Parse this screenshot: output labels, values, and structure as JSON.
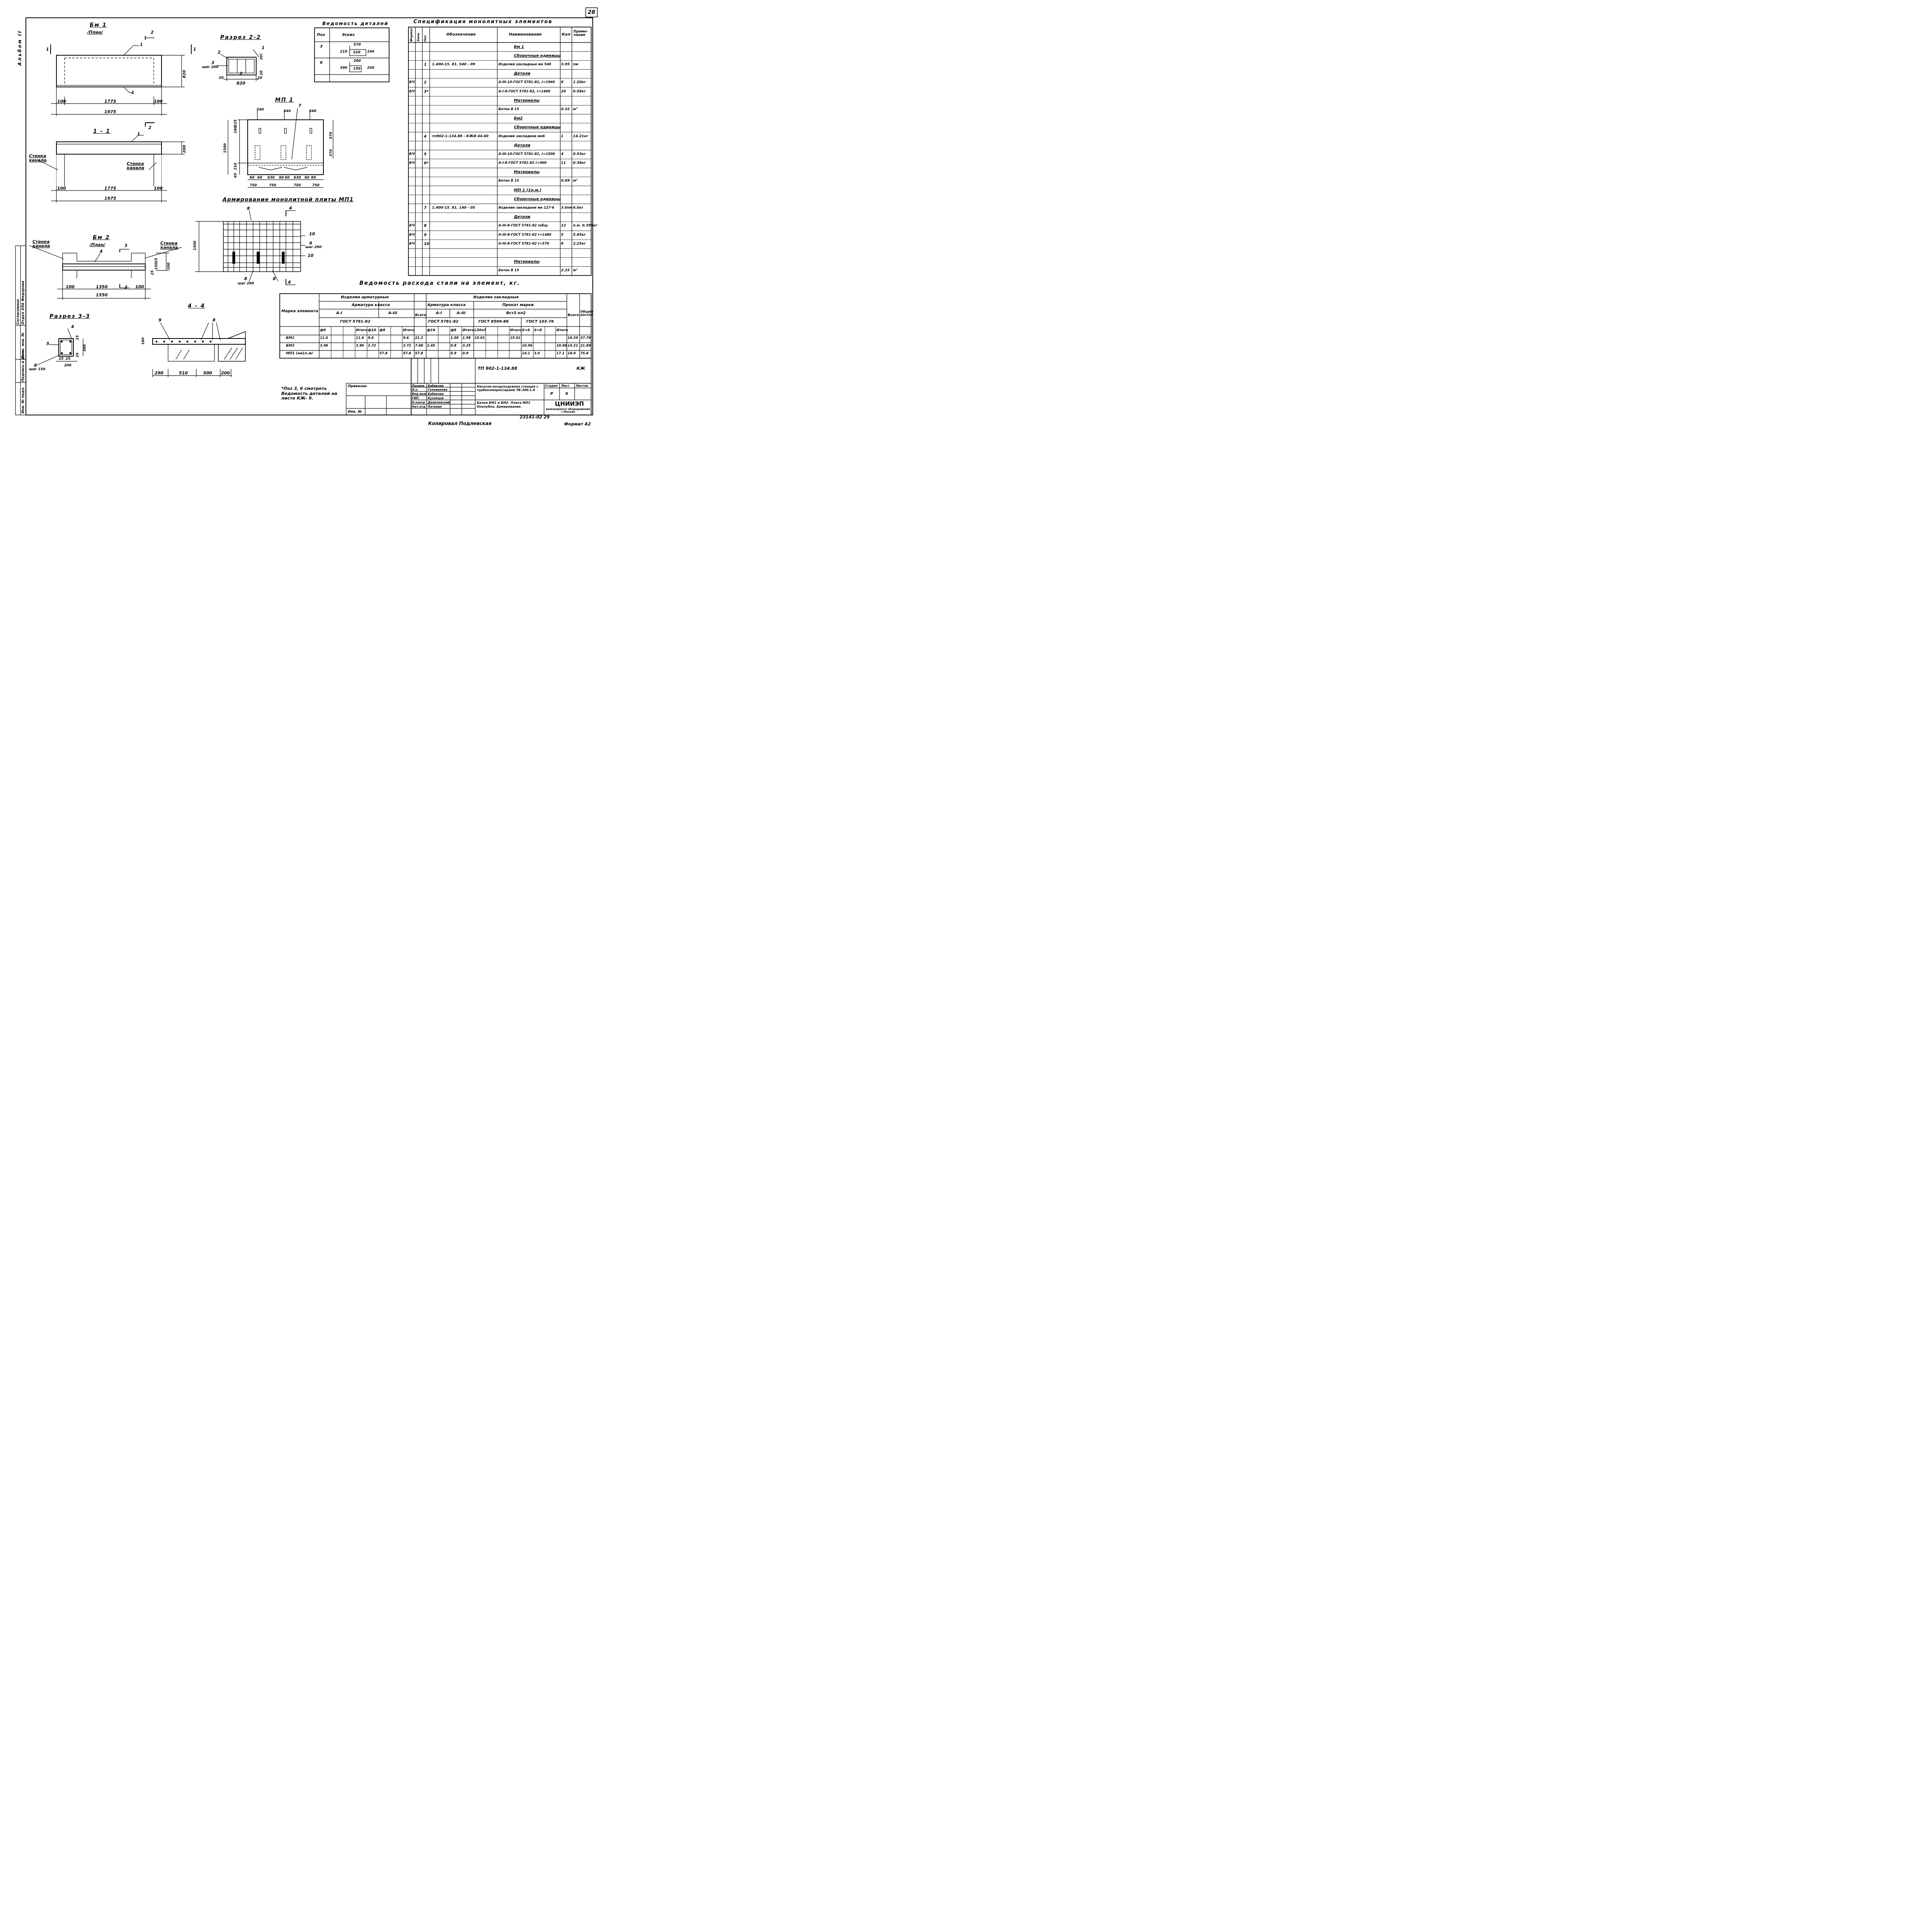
{
  "sheet": {
    "page_number": "28",
    "album": "Альбом II",
    "bottom_copied": "Копировал Подлевская",
    "bottom_format": "Формат А2",
    "bottom_code": "23141-02 29"
  },
  "bm1_plan": {
    "title": "Бм 1",
    "subtitle": "/План/",
    "dims": {
      "left": "100",
      "mid": "1775",
      "right": "100",
      "total": "1975",
      "height": "820"
    },
    "pos": "1",
    "cut1": "1",
    "cut2": "2"
  },
  "sec11": {
    "title": "1 - 1",
    "wall_label_left": "Стенка канала",
    "wall_label_right": "Стенка канала",
    "dims": {
      "left": "100",
      "mid": "1775",
      "right": "100",
      "total": "1975",
      "height": "200"
    },
    "pos": "1",
    "cut": "2"
  },
  "sec22": {
    "title": "Разрез 2-2",
    "pos2": "2",
    "pos3": "3",
    "step": "шаг 200",
    "width": "820",
    "d1": "20",
    "d2": "20",
    "d3": "20",
    "d4": "20"
  },
  "mp1": {
    "title": "МП 1",
    "pos7": "7",
    "top_dims": [
      "540",
      "540",
      "540"
    ],
    "side_dims": [
      "180",
      "225",
      "570",
      "370",
      "210",
      "65"
    ],
    "height": "1500",
    "bottom_dims": [
      "60",
      "60",
      "630",
      "60",
      "60",
      "630",
      "60",
      "60"
    ],
    "bottom2": [
      "750",
      "750",
      "750",
      "750"
    ]
  },
  "arm": {
    "title": "Армирование монолитной плиты МП1",
    "height": "1500",
    "pos8": "8",
    "pos9": "9",
    "pos10": "10",
    "step9": "шаг 200",
    "step8": "шаг 200",
    "cut4": "4"
  },
  "bm2_plan": {
    "title": "Бм 2",
    "subtitle": "/План/",
    "wall_left": "Стенка канала",
    "wall_right": "Стенка канала",
    "pos4": "4",
    "cut3": "3",
    "dims": {
      "left": "100",
      "mid": "1350",
      "right": "100",
      "total": "1550",
      "h1": "25",
      "h2": "150",
      "h3": "25",
      "h4": "200"
    }
  },
  "sec33": {
    "title": "Разрез 3-3",
    "pos4": "4",
    "pos5": "5",
    "pos6": "6",
    "step": "шаг 150",
    "dims": {
      "w": "200",
      "h": "300",
      "a": "25",
      "b": "25",
      "c": "25",
      "d": "25"
    }
  },
  "sec44": {
    "title": "4 - 4",
    "pos8": "8",
    "pos9": "9",
    "h": "180",
    "dims": [
      "290",
      "510",
      "500",
      "200"
    ]
  },
  "details": {
    "title": "Ведомость деталей",
    "headers": [
      "Поз",
      "Эскиз"
    ],
    "rows": [
      {
        "pos": "3",
        "a": "570",
        "b": "210",
        "c": "520",
        "d": "160"
      },
      {
        "pos": "6",
        "a": "200",
        "b": "300",
        "c": "150",
        "d": "250"
      }
    ]
  },
  "spec": {
    "title": "Спецификация монолитных элементов",
    "headers": [
      "Формат",
      "Зона",
      "Поз",
      "Обозначение",
      "Наименование",
      "Кол",
      "Приме-чание"
    ],
    "rows": [
      {
        "f": "",
        "pos": "",
        "code": "",
        "name": "Бм 1",
        "qty": "",
        "note": "",
        "u": true
      },
      {
        "f": "",
        "pos": "",
        "code": "",
        "name": "Сборочные единицы",
        "qty": "",
        "note": "",
        "u": true
      },
      {
        "f": "",
        "pos": "1",
        "code": "1.400-15. 81. 540 - 09",
        "name": "Изделия закладные мн 548",
        "qty": "3.95",
        "note": "пм",
        "u": false
      },
      {
        "f": "",
        "pos": "",
        "code": "",
        "name": "Детали",
        "qty": "",
        "note": "",
        "u": true
      },
      {
        "f": "БЧ",
        "pos": "2",
        "code": "",
        "name": "А-III-10-ГОСТ 5781-82, ℓ=1940",
        "qty": "8",
        "note": "1.20кг",
        "u": false
      },
      {
        "f": "БЧ",
        "pos": "3*",
        "code": "",
        "name": "А-I-8-ГОСТ 5781-82, ℓ=1460",
        "qty": "20",
        "note": "0.58кг",
        "u": false
      },
      {
        "f": "",
        "pos": "",
        "code": "",
        "name": "Материалы",
        "qty": "",
        "note": "",
        "u": true
      },
      {
        "f": "",
        "pos": "",
        "code": "",
        "name": "Бетон В 15",
        "qty": "0.32",
        "note": "м³",
        "u": false
      },
      {
        "f": "",
        "pos": "",
        "code": "",
        "name": "Бм2",
        "qty": "",
        "note": "",
        "u": true
      },
      {
        "f": "",
        "pos": "",
        "code": "",
        "name": "Сборочные единицы",
        "qty": "",
        "note": "",
        "u": true
      },
      {
        "f": "",
        "pos": "4",
        "code": "тп902-1-134.88 - КЖИ 44.00",
        "name": "Изделие закладное мн6",
        "qty": "1",
        "note": "14.21кг",
        "u": false
      },
      {
        "f": "",
        "pos": "",
        "code": "",
        "name": "Детали",
        "qty": "",
        "note": "",
        "u": true
      },
      {
        "f": "БЧ",
        "pos": "5",
        "code": "",
        "name": "А-III-10-ГОСТ 5781-82, ℓ=1500",
        "qty": "4",
        "note": "0.93кг",
        "u": false
      },
      {
        "f": "БЧ",
        "pos": "6*",
        "code": "",
        "name": "А-I-8-ГОСТ 5781-82 ℓ=900",
        "qty": "11",
        "note": "0.36кг",
        "u": false
      },
      {
        "f": "",
        "pos": "",
        "code": "",
        "name": "Материалы",
        "qty": "",
        "note": "",
        "u": true
      },
      {
        "f": "",
        "pos": "",
        "code": "",
        "name": "Бетон В 15",
        "qty": "0.09",
        "note": "м³",
        "u": false
      },
      {
        "f": "",
        "pos": "",
        "code": "",
        "name": "МП 1 (1п.м.)",
        "qty": "",
        "note": "",
        "u": true
      },
      {
        "f": "",
        "pos": "",
        "code": "",
        "name": "Сборочные единицы",
        "qty": "",
        "note": "",
        "u": true
      },
      {
        "f": "",
        "pos": "7",
        "code": "1.400-15. 81. 140 - 05",
        "name": "Изделие закладное мн 127-6",
        "qty": "3.0пм",
        "note": "6.0кг",
        "u": false
      },
      {
        "f": "",
        "pos": "",
        "code": "",
        "name": "Детали",
        "qty": "",
        "note": "",
        "u": true
      },
      {
        "f": "БЧ",
        "pos": "8",
        "code": "",
        "name": "А-III-8-ГОСТ 5781-82 ℓобщ",
        "qty": "12",
        "note": "п.м. 0.395кг",
        "u": false
      },
      {
        "f": "БЧ",
        "pos": "9",
        "code": "",
        "name": "А-III-8-ГОСТ 5781-82 ℓ=1480",
        "qty": "5",
        "note": "5.85кг",
        "u": false
      },
      {
        "f": "БЧ",
        "pos": "10",
        "code": "",
        "name": "А-III-8-ГОСТ 5781-82 ℓ=570",
        "qty": "8",
        "note": "2.25кг",
        "u": false
      },
      {
        "f": "",
        "pos": "",
        "code": "",
        "name": "",
        "qty": "",
        "note": "",
        "u": false
      },
      {
        "f": "",
        "pos": "",
        "code": "",
        "name": "Материалы",
        "qty": "",
        "note": "",
        "u": true
      },
      {
        "f": "",
        "pos": "",
        "code": "",
        "name": "Бетон В 15",
        "qty": "2.25",
        "note": "м³",
        "u": false
      }
    ]
  },
  "steel": {
    "title": "Ведомость расхода стали на элемент, кг.",
    "h_mark": "Марка элемента",
    "h_arm": "Изделия арматурные",
    "h_arm_class": "Арматура класса",
    "h_a1": "А-I",
    "h_a3": "А-III",
    "h_gost1": "ГОСТ 5781-82",
    "h_total": "Всего",
    "h_emb": "Изделия закладные",
    "h_emb_class": "Арматура класса",
    "h_emb_a1": "А-I",
    "h_emb_a3": "А-III",
    "h_gost2": "ГОСТ 5781-82",
    "h_prokat": "Прокат марки",
    "h_vst": "Вст3 кп2",
    "h_gost3": "ГОСТ 8509-86",
    "h_gost4": "ГОСТ 103-76",
    "h_total2": "Всего",
    "h_grand": "Общий расход",
    "sub": [
      "ф8",
      "",
      "",
      "Итого",
      "ф10",
      "ф8",
      "",
      "Итого",
      "",
      "ф16",
      "",
      "ф8",
      "Итого",
      "L50x5",
      "",
      "",
      "Итого",
      "S=6",
      "S=8",
      "",
      "Итого",
      "",
      ""
    ],
    "rows": [
      {
        "mark": "БМ1",
        "v": [
          "11.6",
          "",
          "",
          "11.6",
          "9.6",
          "",
          "",
          "9.6",
          "21.2",
          "",
          "",
          "1.58",
          "1.58",
          "15.01",
          "",
          "",
          "15.01",
          "",
          "",
          "",
          "",
          "16.59",
          "37.79"
        ]
      },
      {
        "mark": "БМ2",
        "v": [
          "3.96",
          "",
          "",
          "3.96",
          "3.72",
          "",
          "",
          "3.72",
          "7.68",
          "2.45",
          "",
          "0.8",
          "3.25",
          "",
          "",
          "",
          "",
          "10.96",
          "",
          "",
          "10.96",
          "14.21",
          "21.89"
        ]
      },
      {
        "mark": "МП1 (на1п.м)",
        "v": [
          "",
          "",
          "",
          "",
          "",
          "57.8",
          "",
          "57.8",
          "57.8",
          "",
          "",
          "0.9",
          "0.9",
          "",
          "",
          "",
          "",
          "14.1",
          "3.0",
          "",
          "17.1",
          "18.0",
          "75.8"
        ]
      }
    ]
  },
  "stamp": {
    "project_code": "ТП 902-1-134.88",
    "section": "КЖ",
    "binding": "Привязан",
    "inv": "Инв. №",
    "roles": [
      "Провер.",
      "Н.к.",
      "Вед.инж",
      "ГИП",
      "Н.контр",
      "Нач.отд"
    ],
    "names": [
      "Бабикова",
      "Голованова",
      "Бабикова",
      "Кузнецов",
      "Данилевский",
      "Патанин"
    ],
    "dates": [
      "",
      "",
      "",
      "",
      "",
      ""
    ],
    "object": "Насосно-воздуходувная станция с турбокомпрессорами ТВ-300-1.6",
    "sheet_title": "Балки БМ1 и БМ2. Плита МП1 Опалубка. Армирование.",
    "stage_label": "Стадия",
    "sheet_label": "Лист",
    "sheets_label": "Листов",
    "stage": "Р",
    "sheet_no": "9",
    "org": "ЦНИИЭП",
    "org_sub": "инженерного оборудования г.Москва"
  },
  "note": "*Поз 3, 6 смотреть Ведомость деталей на листе КЖ- 9.",
  "left_strip": {
    "sogl": "Согласовано",
    "otdel": "Отдел ЭЛА Федорова",
    "inv_podl": "Инв. № подл.",
    "podpis": "Подпись и дата",
    "vzam": "Взам. инв. №"
  }
}
